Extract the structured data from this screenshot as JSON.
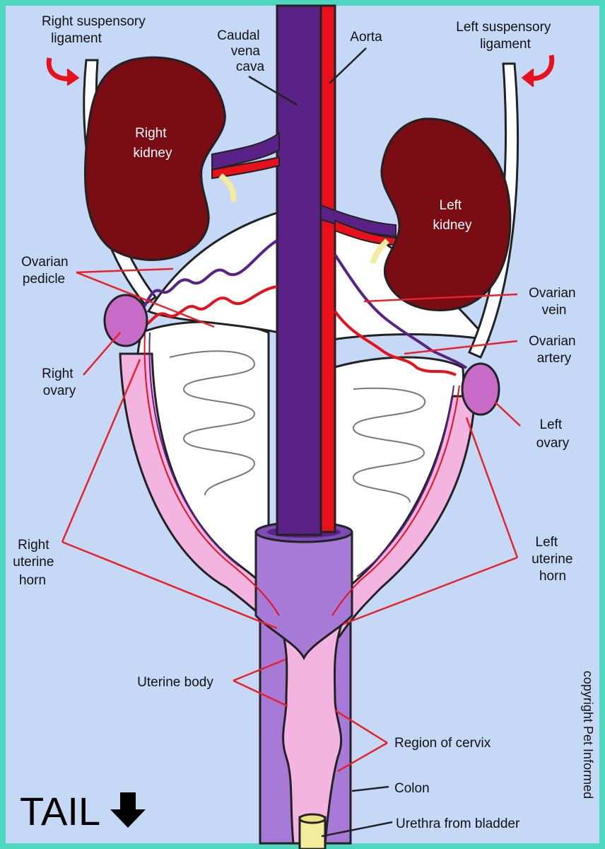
{
  "labels": {
    "right_suspensory": [
      "Right suspensory",
      "ligament"
    ],
    "caudal_vena_cava": [
      "Caudal",
      "vena",
      "cava"
    ],
    "aorta": "Aorta",
    "left_suspensory": [
      "Left suspensory",
      "ligament"
    ],
    "right_kidney": [
      "Right",
      "kidney"
    ],
    "left_kidney": [
      "Left",
      "kidney"
    ],
    "ovarian_pedicle": [
      "Ovarian",
      "pedicle"
    ],
    "ovarian_vein": [
      "Ovarian",
      "vein"
    ],
    "ovarian_artery": [
      "Ovarian",
      "artery"
    ],
    "right_ovary": [
      "Right",
      "ovary"
    ],
    "left_ovary": [
      "Left",
      "ovary"
    ],
    "right_uterine_horn": [
      "Right",
      "uterine",
      "horn"
    ],
    "left_uterine_horn": [
      "Left",
      "uterine",
      "horn"
    ],
    "uterine_body": "Uterine body",
    "region_of_cervix": "Region of cervix",
    "colon": "Colon",
    "urethra": "Urethra from bladder",
    "tail": "TAIL",
    "copyright": "copyright Pet Informed"
  },
  "colors": {
    "frame": "#4fd6be",
    "background": "#c5d8f5",
    "kidney": "#7a0c14",
    "vena_cava": "#5a2186",
    "aorta": "#e8101a",
    "pointer": "#e8222a",
    "uterus": "#f4b4e2",
    "ovary": "#c86ac8",
    "colon": "#a87ad8",
    "mesentery": "#ffffff"
  },
  "icons": {
    "tail": "down-arrow-icon",
    "ligament_pull": "curved-arrow-icon"
  }
}
